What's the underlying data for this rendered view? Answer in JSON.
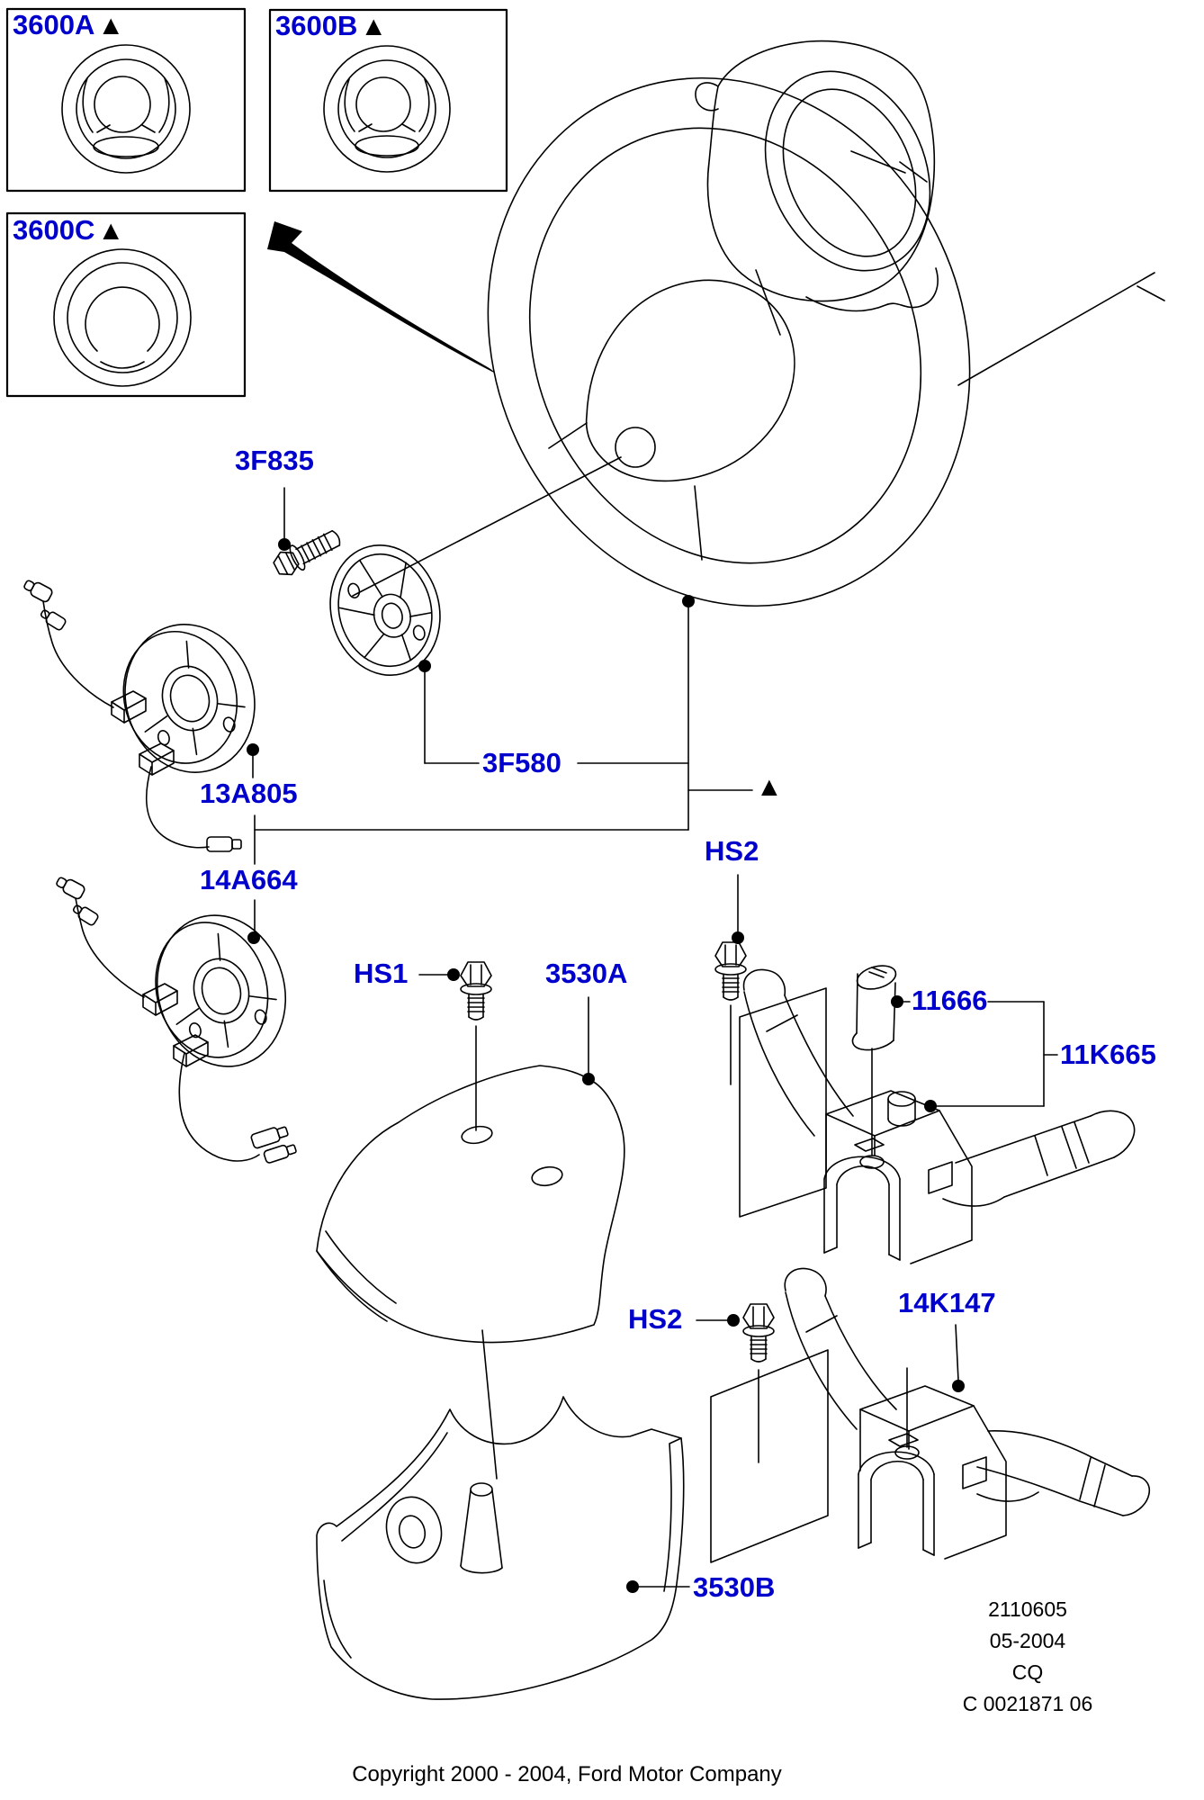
{
  "marks": {
    "triangle": "▲"
  },
  "colors": {
    "label_blue": "#0000CC",
    "line_black": "#000000",
    "background": "#FFFFFF"
  },
  "callouts": {
    "3600A": "3600A",
    "3600B": "3600B",
    "3600C": "3600C",
    "3F835": "3F835",
    "13A805": "13A805",
    "14A664": "14A664",
    "3F580": "3F580",
    "hs2_upper": "HS2",
    "hs1": "HS1",
    "3530A": "3530A",
    "11666": "11666",
    "11K665": "11K665",
    "hs2_lower": "HS2",
    "14K147": "14K147",
    "3530B": "3530B"
  },
  "plate": {
    "lines": [
      "2110605",
      "05-2004",
      "CQ",
      "C 0021871 06"
    ]
  },
  "footer": {
    "copyright": "Copyright 2000 - 2004, Ford Motor Company"
  }
}
